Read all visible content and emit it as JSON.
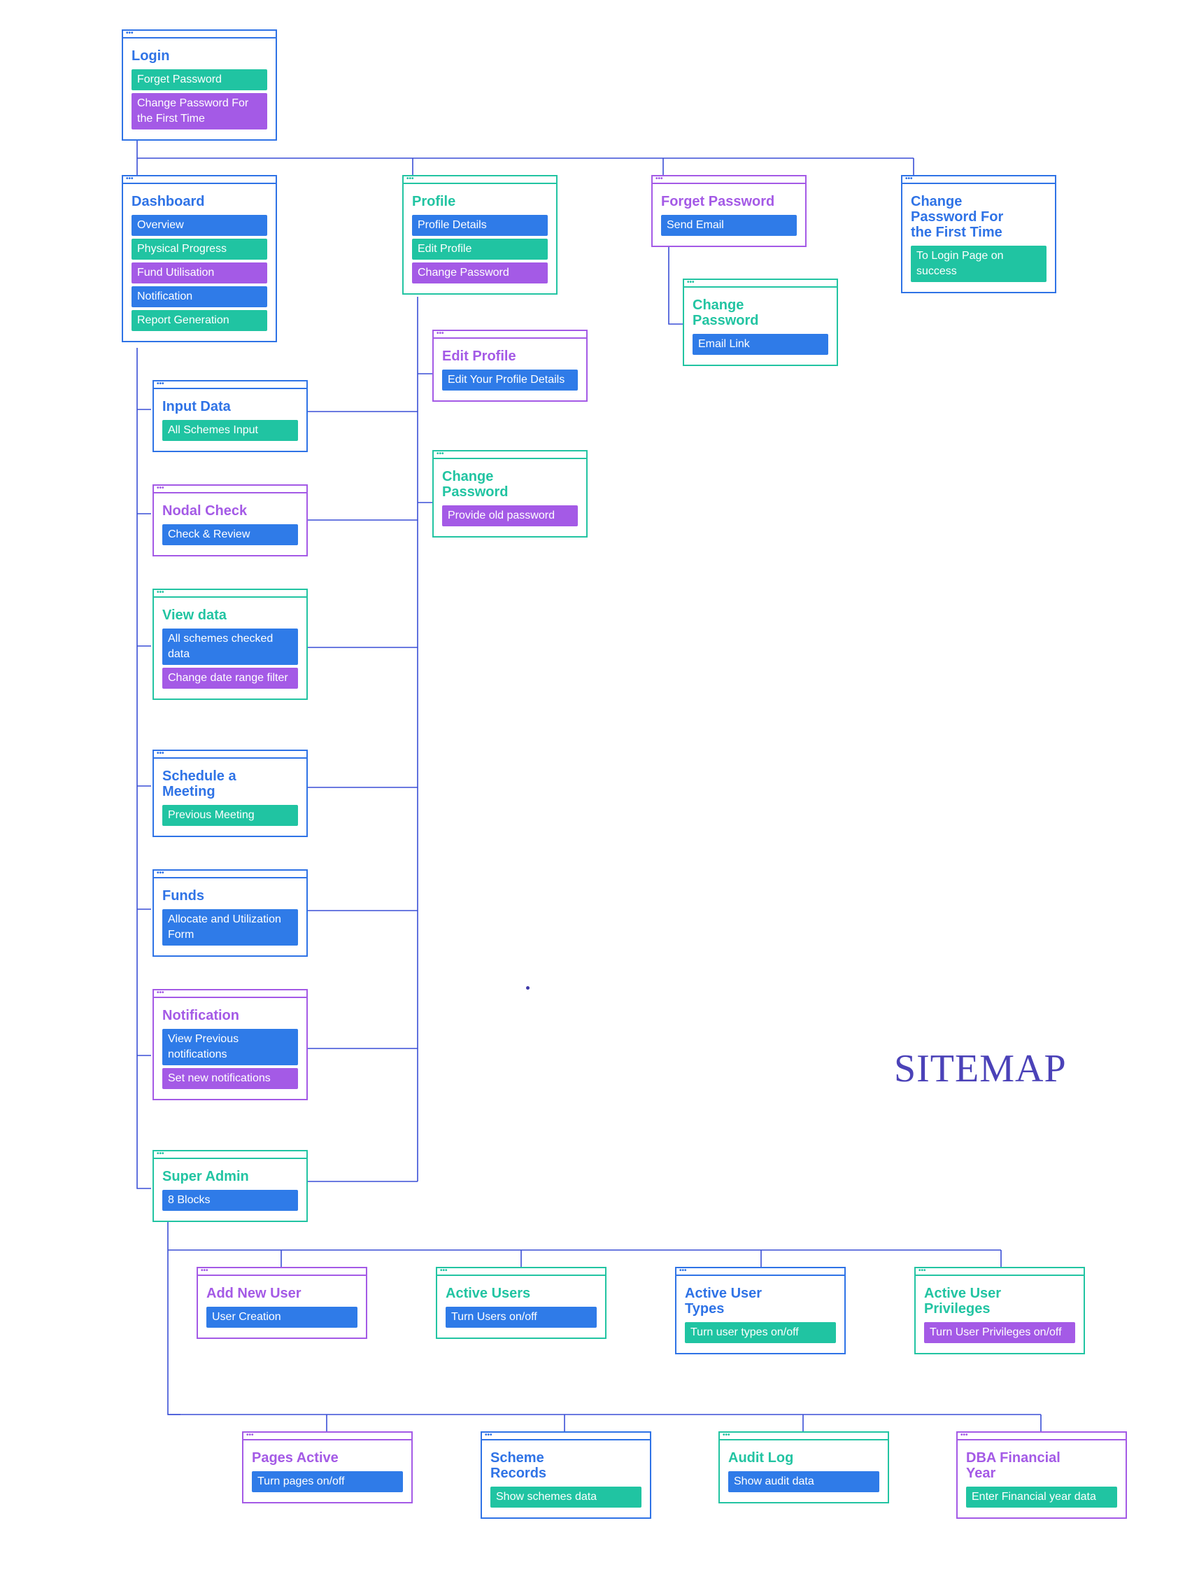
{
  "colors": {
    "blue": "#2f73e6",
    "green": "#22c4a2",
    "purple": "#a45ae6",
    "line": "#3a4fd6",
    "title": "#4b42b8"
  },
  "title": "SITEMAP",
  "cards": [
    {
      "id": "login",
      "title": "Login",
      "color": "blue",
      "items": [
        {
          "label": "Forget Password",
          "color": "green"
        },
        {
          "label": "Change Password For the First Time",
          "color": "purple"
        }
      ]
    },
    {
      "id": "dashboard",
      "title": "Dashboard",
      "color": "blue",
      "items": [
        {
          "label": "Overview",
          "color": "blue"
        },
        {
          "label": "Physical Progress",
          "color": "green"
        },
        {
          "label": "Fund Utilisation",
          "color": "purple"
        },
        {
          "label": "Notification",
          "color": "blue"
        },
        {
          "label": "Report Generation",
          "color": "green"
        }
      ]
    },
    {
      "id": "profile",
      "title": "Profile",
      "color": "green",
      "items": [
        {
          "label": "Profile Details",
          "color": "blue"
        },
        {
          "label": "Edit Profile",
          "color": "green"
        },
        {
          "label": "Change Password",
          "color": "purple"
        }
      ]
    },
    {
      "id": "forget-password",
      "title": "Forget Password",
      "color": "purple",
      "items": [
        {
          "label": "Send Email",
          "color": "blue"
        }
      ]
    },
    {
      "id": "change-password-first",
      "title": "Change Password For the First Time",
      "color": "blue",
      "items": [
        {
          "label": "To Login Page on success",
          "color": "green"
        }
      ]
    },
    {
      "id": "change-password-email",
      "title": "Change Password",
      "color": "green",
      "items": [
        {
          "label": "Email Link",
          "color": "blue"
        }
      ]
    },
    {
      "id": "edit-profile",
      "title": "Edit Profile",
      "color": "purple",
      "items": [
        {
          "label": "Edit Your Profile Details",
          "color": "blue"
        }
      ]
    },
    {
      "id": "change-password-profile",
      "title": "Change Password",
      "color": "green",
      "items": [
        {
          "label": "Provide old password",
          "color": "purple"
        }
      ]
    },
    {
      "id": "input-data",
      "title": "Input Data",
      "color": "blue",
      "items": [
        {
          "label": "All Schemes Input",
          "color": "green"
        }
      ]
    },
    {
      "id": "nodal-check",
      "title": "Nodal Check",
      "color": "purple",
      "items": [
        {
          "label": "Check & Review",
          "color": "blue"
        }
      ]
    },
    {
      "id": "view-data",
      "title": "View data",
      "color": "green",
      "items": [
        {
          "label": "All schemes checked data",
          "color": "blue"
        },
        {
          "label": "Change date range filter",
          "color": "purple"
        }
      ]
    },
    {
      "id": "schedule-meeting",
      "title": "Schedule a Meeting",
      "color": "blue",
      "items": [
        {
          "label": "Previous Meeting",
          "color": "green"
        }
      ]
    },
    {
      "id": "funds",
      "title": "Funds",
      "color": "blue",
      "items": [
        {
          "label": "Allocate and Utilization Form",
          "color": "blue"
        }
      ]
    },
    {
      "id": "notification",
      "title": "Notification",
      "color": "purple",
      "items": [
        {
          "label": "View Previous notifications",
          "color": "blue"
        },
        {
          "label": "Set new notifications",
          "color": "purple"
        }
      ]
    },
    {
      "id": "super-admin",
      "title": "Super Admin",
      "color": "green",
      "items": [
        {
          "label": "8 Blocks",
          "color": "blue"
        }
      ]
    },
    {
      "id": "add-new-user",
      "title": "Add New User",
      "color": "purple",
      "items": [
        {
          "label": "User Creation",
          "color": "blue"
        }
      ]
    },
    {
      "id": "active-users",
      "title": "Active Users",
      "color": "green",
      "items": [
        {
          "label": "Turn Users on/off",
          "color": "blue"
        }
      ]
    },
    {
      "id": "active-user-types",
      "title": "Active User Types",
      "color": "blue",
      "items": [
        {
          "label": "Turn user types on/off",
          "color": "green"
        }
      ]
    },
    {
      "id": "active-user-privileges",
      "title": "Active User Privileges",
      "color": "green",
      "items": [
        {
          "label": "Turn User Privileges on/off",
          "color": "purple"
        }
      ]
    },
    {
      "id": "pages-active",
      "title": "Pages Active",
      "color": "purple",
      "items": [
        {
          "label": "Turn pages on/off",
          "color": "blue"
        }
      ]
    },
    {
      "id": "scheme-records",
      "title": "Scheme Records",
      "color": "blue",
      "items": [
        {
          "label": "Show schemes data",
          "color": "green"
        }
      ]
    },
    {
      "id": "audit-log",
      "title": "Audit Log",
      "color": "green",
      "items": [
        {
          "label": "Show audit data",
          "color": "blue"
        }
      ]
    },
    {
      "id": "dba-financial-year",
      "title": "DBA Financial Year",
      "color": "purple",
      "items": [
        {
          "label": "Enter Financial year data",
          "color": "green"
        }
      ]
    }
  ]
}
